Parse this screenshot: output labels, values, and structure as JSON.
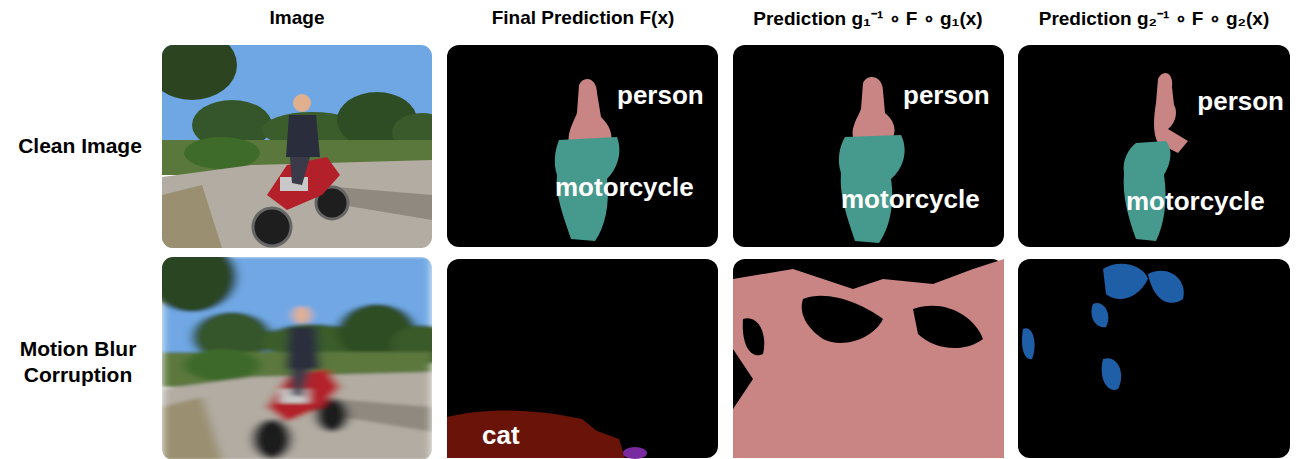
{
  "diagram": {
    "nodes": [
      {
        "text": [
          "person",
          "motorcycle"
        ]
      },
      {
        "text": [
          "person",
          "motorcycle"
        ]
      },
      {
        "text": [
          "person",
          "motorcycle"
        ]
      },
      {
        "text": [
          "cat"
        ]
      }
    ],
    "labels": [
      "Image",
      "Final Prediction F(x)",
      "Prediction g₁⁻¹ ∘ F ∘ g₁(x)",
      "Prediction g₂⁻¹ ∘ F ∘ g₂(x)",
      "Clean Image",
      "Motion Blur Corruption"
    ]
  }
}
